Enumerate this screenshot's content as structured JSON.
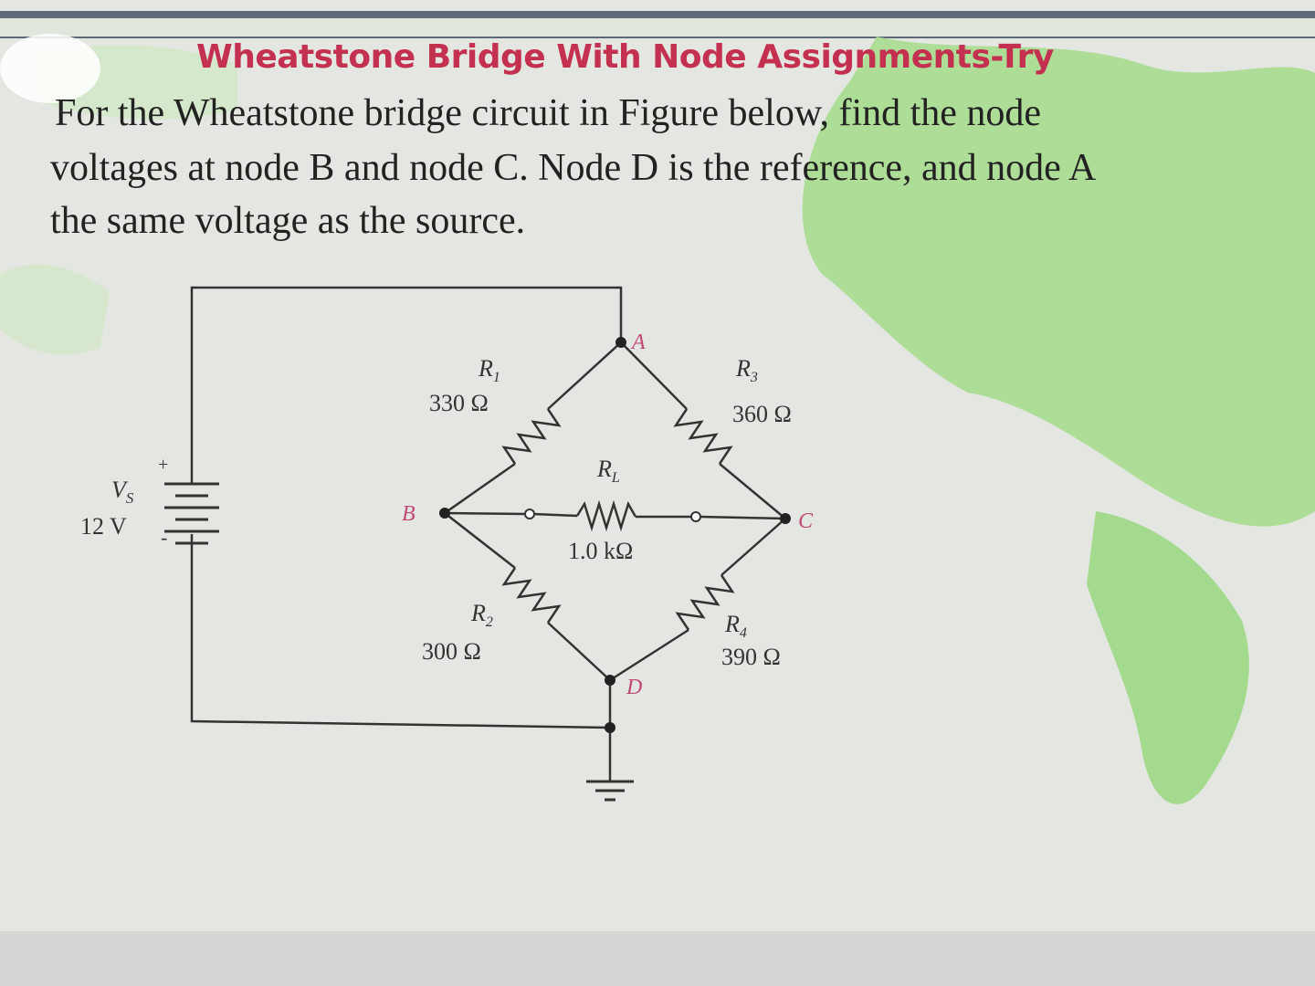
{
  "slide": {
    "title": "Wheatstone Bridge With Node Assignments-Try",
    "body_lines": [
      "For the Wheatstone bridge circuit in Figure below, find the node",
      "voltages at node B and node C. Node D is the reference, and node A",
      "the same voltage as the source."
    ]
  },
  "circuit": {
    "source": {
      "name": "V",
      "subscript": "S",
      "value": "12 V",
      "plus": "+",
      "minus": "-"
    },
    "nodes": {
      "A": "A",
      "B": "B",
      "C": "C",
      "D": "D"
    },
    "resistors": [
      {
        "id": "R1",
        "name": "R",
        "subscript": "1",
        "value": "330 Ω"
      },
      {
        "id": "R3",
        "name": "R",
        "subscript": "3",
        "value": "360 Ω"
      },
      {
        "id": "RL",
        "name": "R",
        "subscript": "L",
        "value": "1.0 kΩ"
      },
      {
        "id": "R2",
        "name": "R",
        "subscript": "2",
        "value": "300 Ω"
      },
      {
        "id": "R4",
        "name": "R",
        "subscript": "4",
        "value": "390 Ω"
      }
    ]
  },
  "colors": {
    "title": "#c4304f",
    "node_label": "#c04a70",
    "background_map": "#8fd07a",
    "wire": "#333333"
  }
}
